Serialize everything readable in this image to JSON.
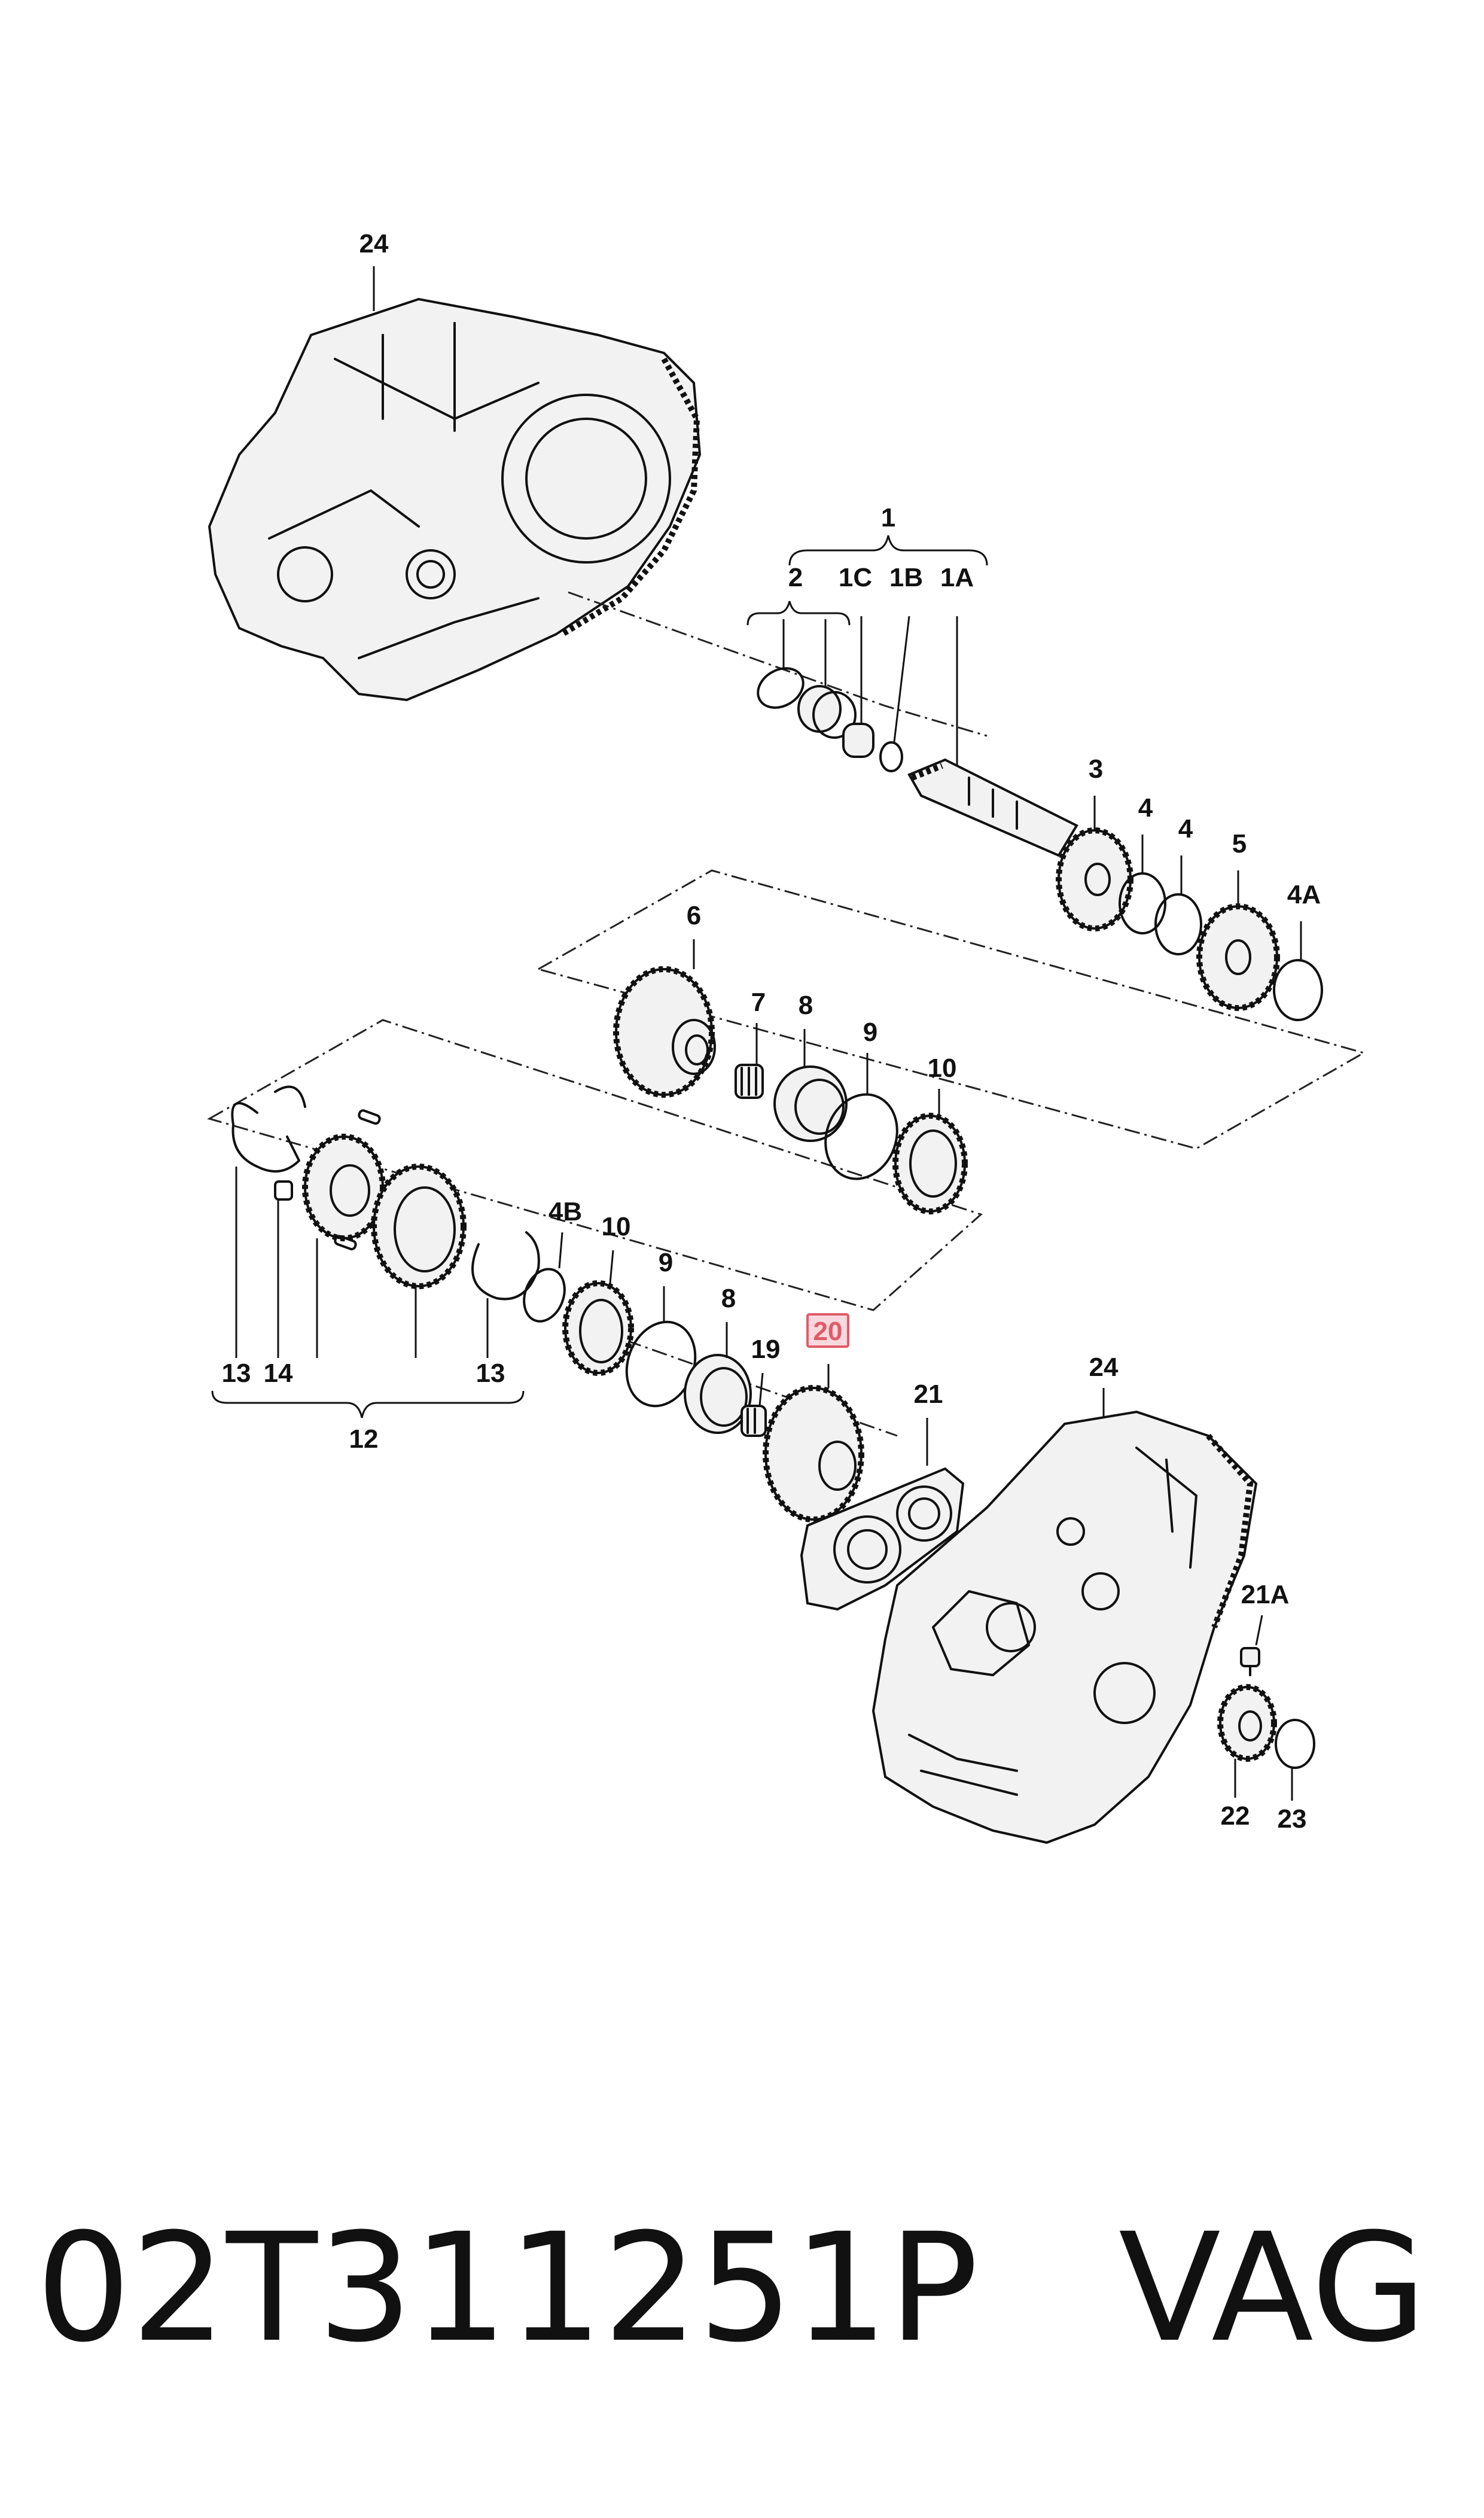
{
  "labels": {
    "l24_top": "24",
    "l1": "1",
    "l2": "2",
    "l1C": "1C",
    "l1B": "1B",
    "l1A": "1A",
    "l3": "3",
    "l4a": "4",
    "l4b": "4",
    "l5": "5",
    "l4A": "4A",
    "l6": "6",
    "l7": "7",
    "l8_top": "8",
    "l9_top": "9",
    "l10_top": "10",
    "l4B": "4B",
    "l10_mid": "10",
    "l9_mid": "9",
    "l8_mid": "8",
    "l19": "19",
    "l20": "20",
    "l21": "21",
    "l24_bot": "24",
    "l21A": "21A",
    "l22": "22",
    "l23": "23",
    "l13a": "13",
    "l14": "14",
    "l13b": "13",
    "l12": "12"
  },
  "highlight_color": "#e05a6a",
  "footer": {
    "part_number": "02T311251P",
    "brand": "VAG"
  }
}
